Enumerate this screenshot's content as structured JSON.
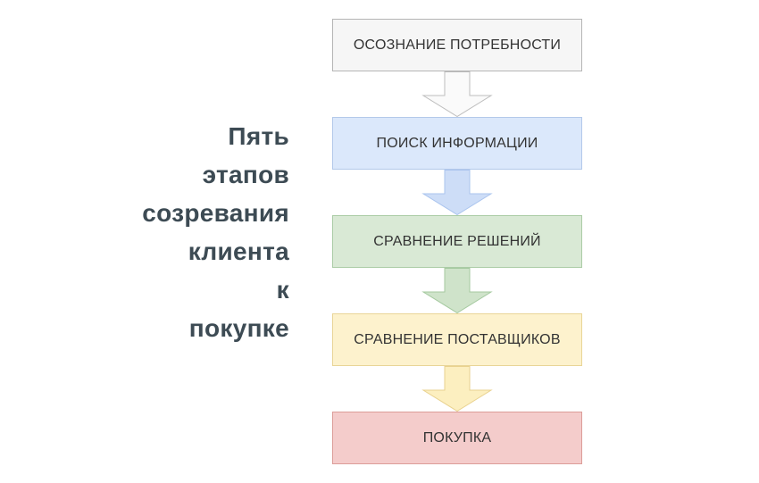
{
  "title": {
    "text": "Пять\nэтапов\nсозревания\nклиента\nк\nпокупке",
    "color": "#3d4b54"
  },
  "stages": [
    {
      "label": "ОСОЗНАНИЕ ПОТРЕБНОСТИ",
      "fill": "#f6f6f6",
      "stroke": "#b5b5b5",
      "arrow": {
        "fill": "#fafafa",
        "stroke": "#bdbdbd"
      }
    },
    {
      "label": "ПОИСК ИНФОРМАЦИИ",
      "fill": "#dbe8fb",
      "stroke": "#b3c9ea",
      "arrow": {
        "fill": "#cdddf7",
        "stroke": "#aac4ee"
      }
    },
    {
      "label": "СРАВНЕНИЕ РЕШЕНИЙ",
      "fill": "#d9e9d5",
      "stroke": "#abcca6",
      "arrow": {
        "fill": "#cfe3ca",
        "stroke": "#a4c99f"
      }
    },
    {
      "label": "СРАВНЕНИЕ ПОСТАВЩИКОВ",
      "fill": "#fdf2cd",
      "stroke": "#e9d597",
      "arrow": {
        "fill": "#fcefc0",
        "stroke": "#e9d28f"
      }
    },
    {
      "label": "ПОКУПКА",
      "fill": "#f4cccb",
      "stroke": "#dc9d99"
    }
  ]
}
